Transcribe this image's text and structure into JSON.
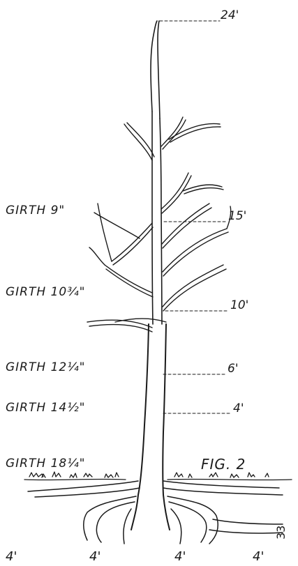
{
  "figure": {
    "caption": "FIG. 2",
    "page_number": "33",
    "heights": [
      "24'",
      "15'",
      "10'",
      "6'",
      "4'"
    ],
    "girths": [
      "GIRTH 9\"",
      "GIRTH 10¾\"",
      "GIRTH 12¼\"",
      "GIRTH 14½\"",
      "GIRTH 18¼\""
    ],
    "root_spacing": [
      "4'",
      "4'",
      "4'",
      "4'"
    ]
  },
  "colors": {
    "ink": "#1a1a1a",
    "paper": "#ffffff"
  }
}
